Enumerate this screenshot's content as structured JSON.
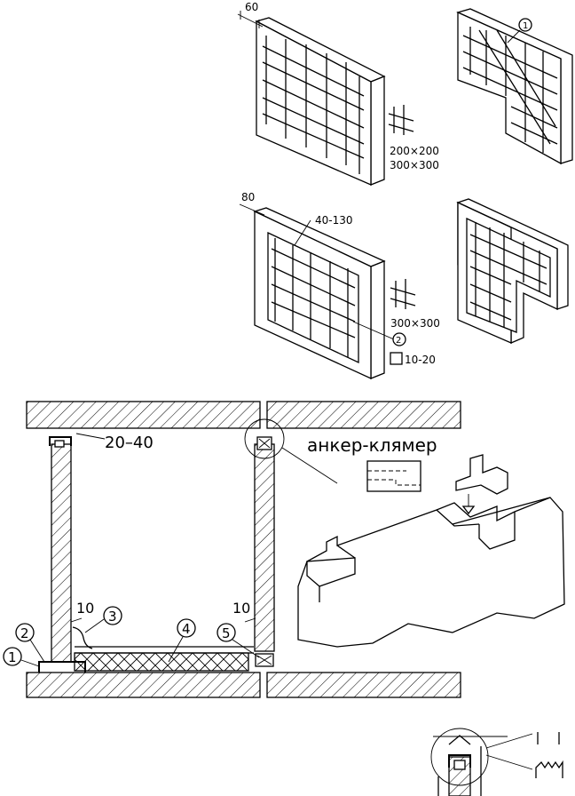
{
  "labels": {
    "dim_60": "60",
    "dim_80": "80",
    "dim_40_130": "40-130",
    "mesh_200": "200×200",
    "mesh_300a": "300×300",
    "mesh_300b": "300×300",
    "seam_10_20": "10-20",
    "gap_20_40": "20–40",
    "gap_10_left": "10",
    "gap_10_right": "10",
    "anchor_title": "анкер-клямер"
  },
  "callouts": [
    "1",
    "2",
    "3",
    "4",
    "5"
  ],
  "top_callouts": {
    "one": "1",
    "two": "2"
  }
}
